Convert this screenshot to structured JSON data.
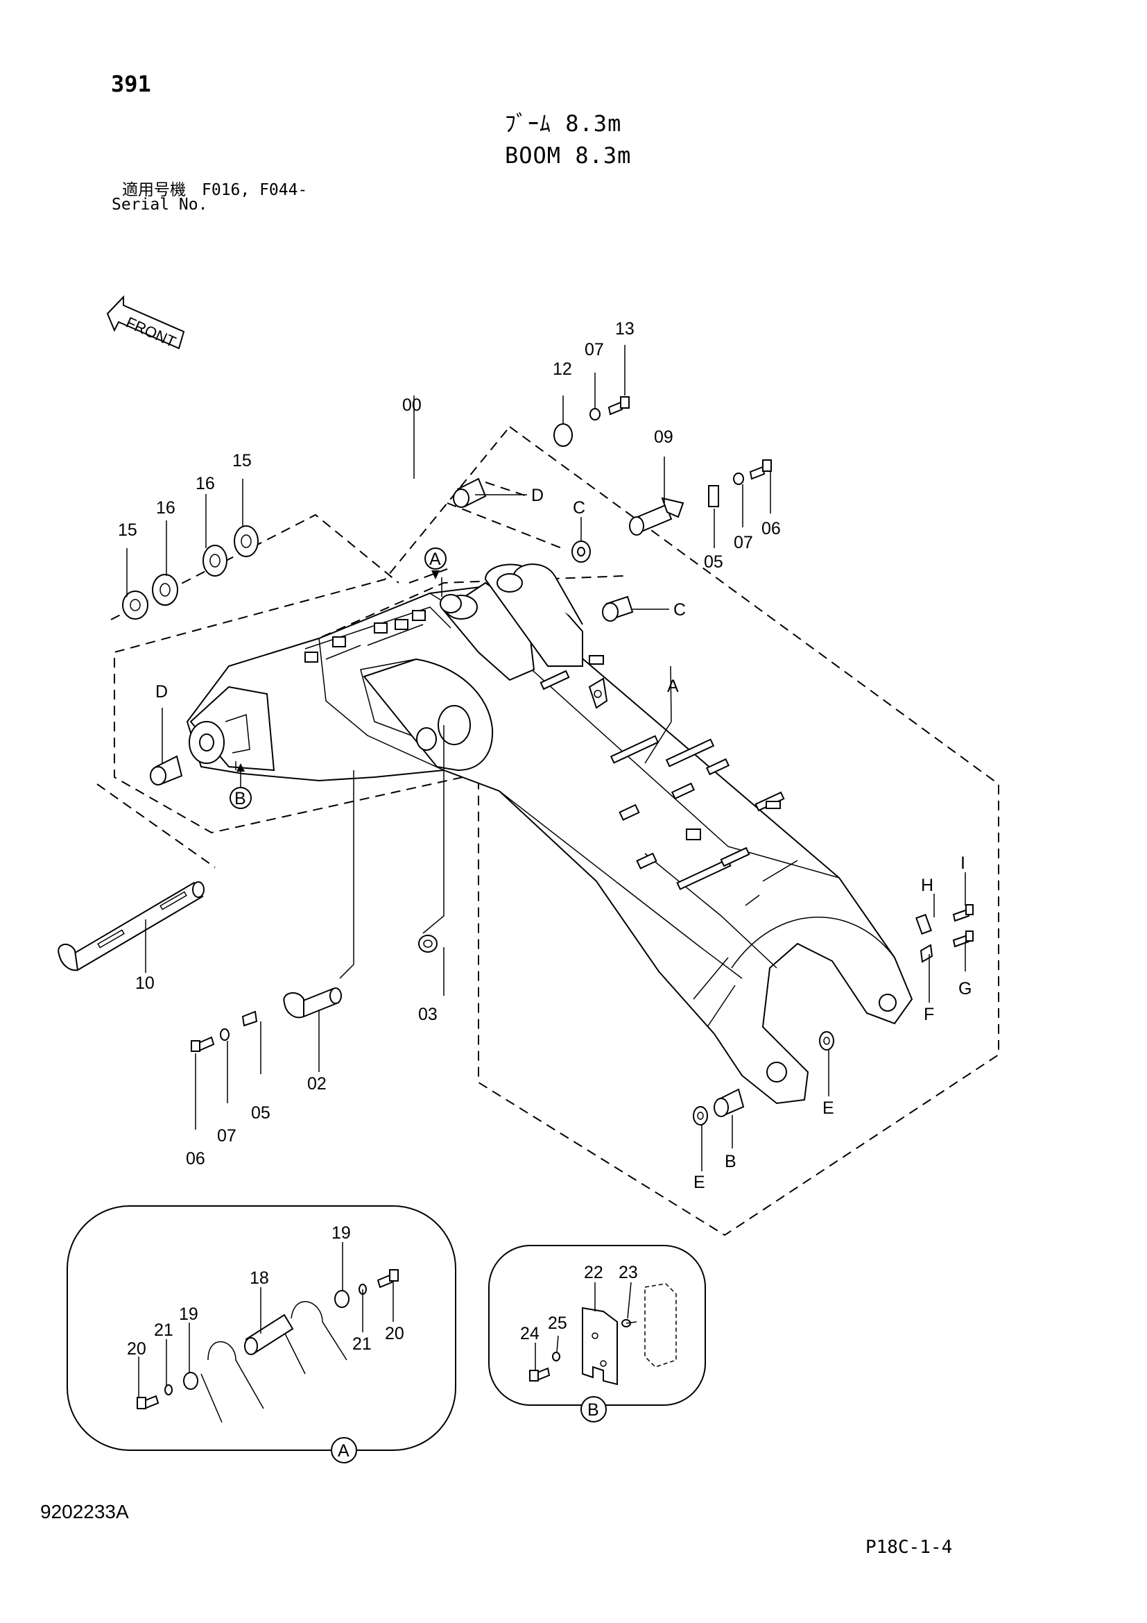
{
  "header": {
    "page_number": "391",
    "title_jp": "ﾌﾞｰﾑ 8.3m",
    "title_en": "BOOM 8.3m",
    "serial_label_jp": "適用号機　F016, F044-",
    "serial_label_en": "Serial No."
  },
  "footer": {
    "doc_code": "9202233A",
    "page_ref": "P18C-1-4"
  },
  "diagram": {
    "front_arrow": "FRONT",
    "callouts": {
      "c00": "00",
      "c02": "02",
      "c03": "03",
      "c05a": "05",
      "c05b": "05",
      "c06a": "06",
      "c06b": "06",
      "c07a": "07",
      "c07b": "07",
      "c07c": "07",
      "c09": "09",
      "c10": "10",
      "c12": "12",
      "c13": "13",
      "c15a": "15",
      "c15b": "15",
      "c16a": "16",
      "c16b": "16",
      "c18": "18",
      "c19a": "19",
      "c19b": "19",
      "c20a": "20",
      "c20b": "20",
      "c21a": "21",
      "c21b": "21",
      "c22": "22",
      "c23": "23",
      "c24": "24",
      "c25": "25"
    },
    "ref_letters": {
      "A_main": "A",
      "A_circle": "A",
      "A_detail": "A",
      "B_circle": "B",
      "B_bottom": "B",
      "B_detail": "B",
      "C1": "C",
      "C2": "C",
      "D1": "D",
      "D2": "D",
      "E1": "E",
      "E2": "E",
      "F": "F",
      "G": "G",
      "H": "H",
      "I": "I"
    }
  }
}
